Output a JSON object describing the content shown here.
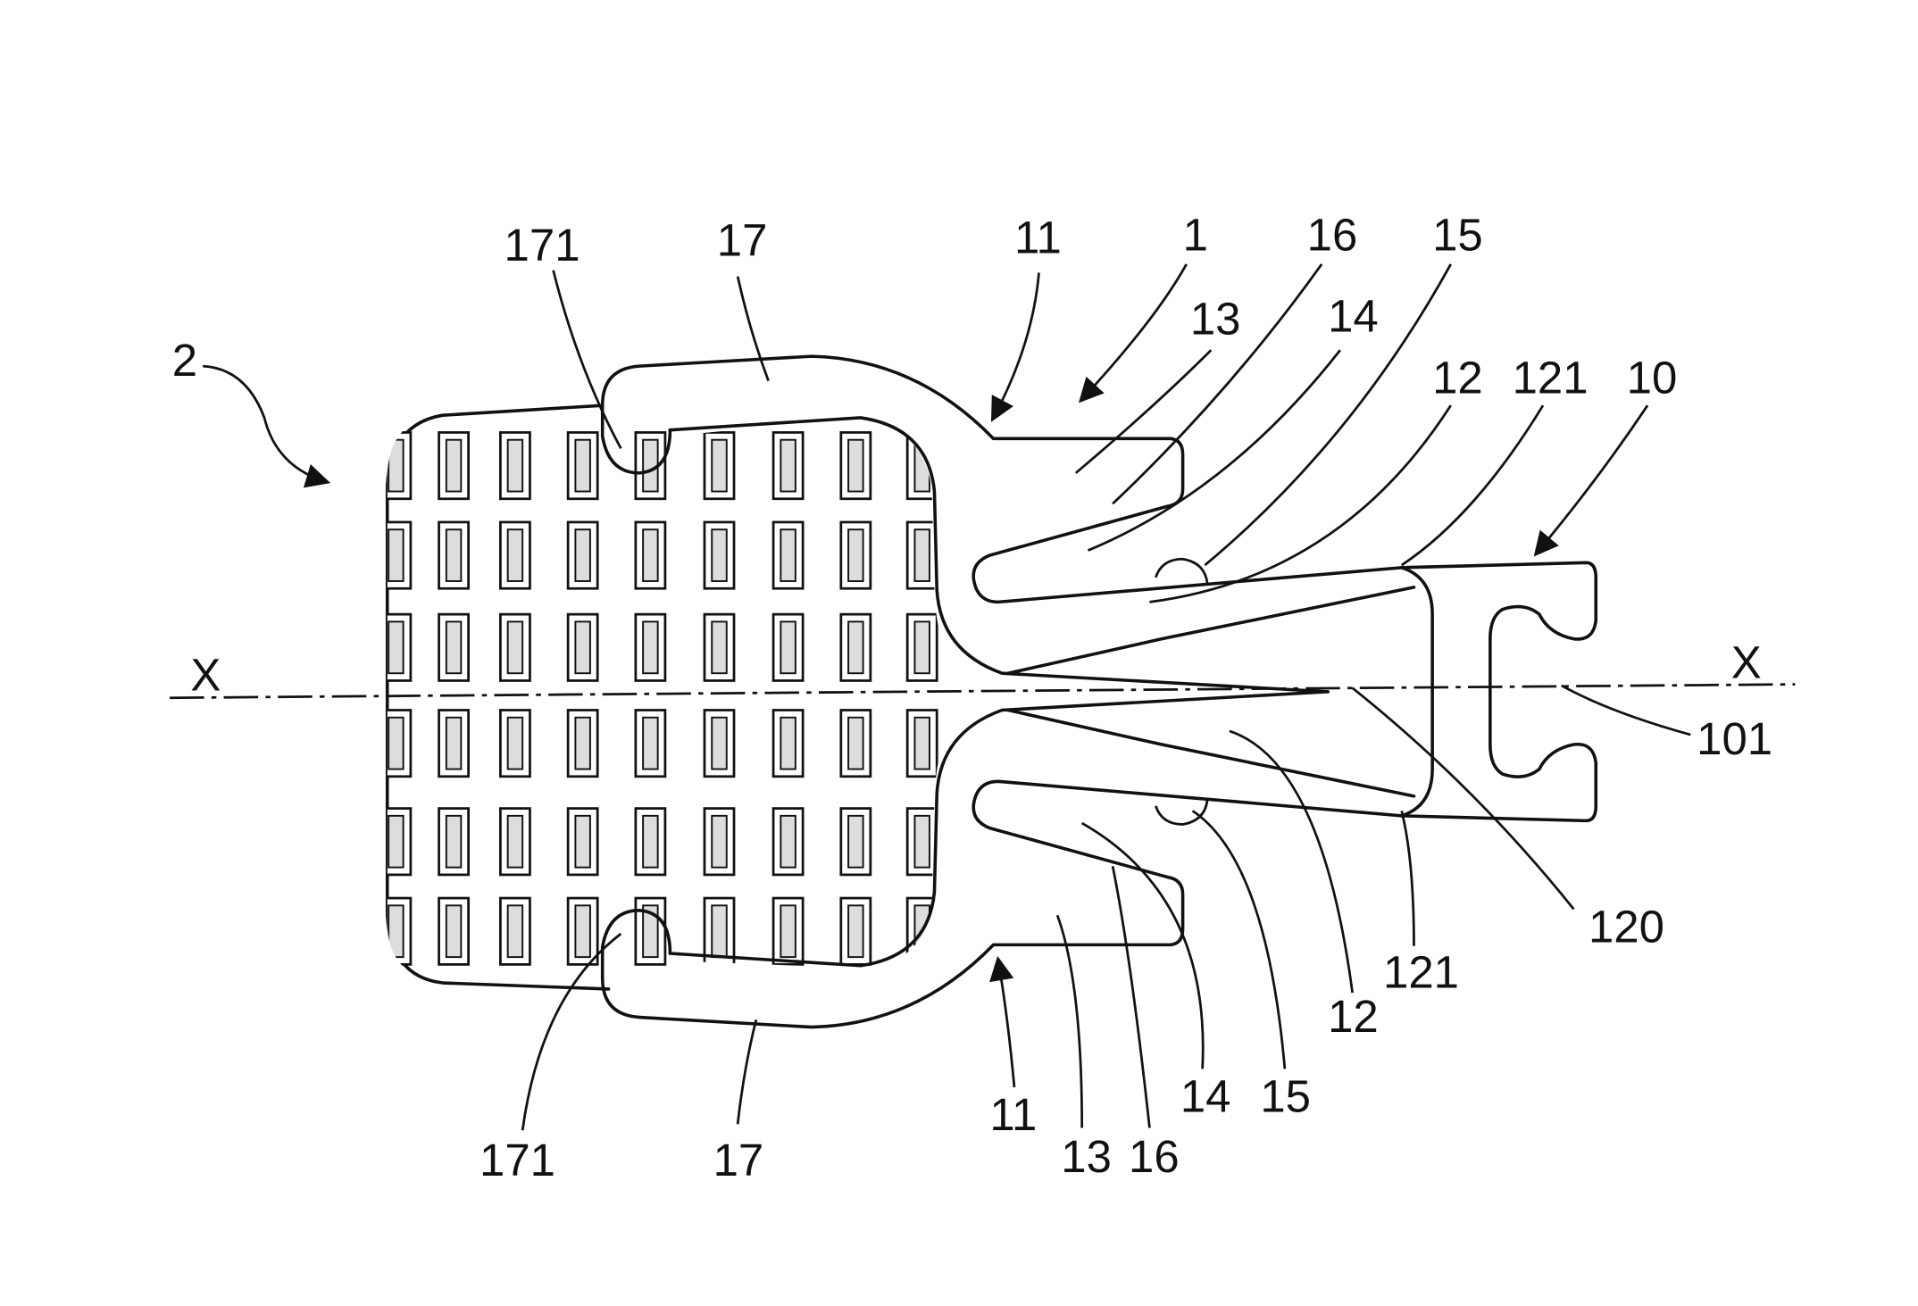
{
  "figure": {
    "labels": {
      "l171_top": "171",
      "l17_top": "17",
      "l11_top": "11",
      "l1": "1",
      "l16_top": "16",
      "l15_top": "15",
      "l13_top": "13",
      "l14_top": "14",
      "l2": "2",
      "l12_top": "12",
      "l121_top": "121",
      "l10": "10",
      "x_left": "X",
      "x_right": "X",
      "l101": "101",
      "l120": "120",
      "l121_bot": "121",
      "l12_bot": "12",
      "l15_bot": "15",
      "l14_bot": "14",
      "l11_bot": "11",
      "l13_bot": "13",
      "l16_bot": "16",
      "l17_bot": "17",
      "l171_bot": "171"
    }
  }
}
